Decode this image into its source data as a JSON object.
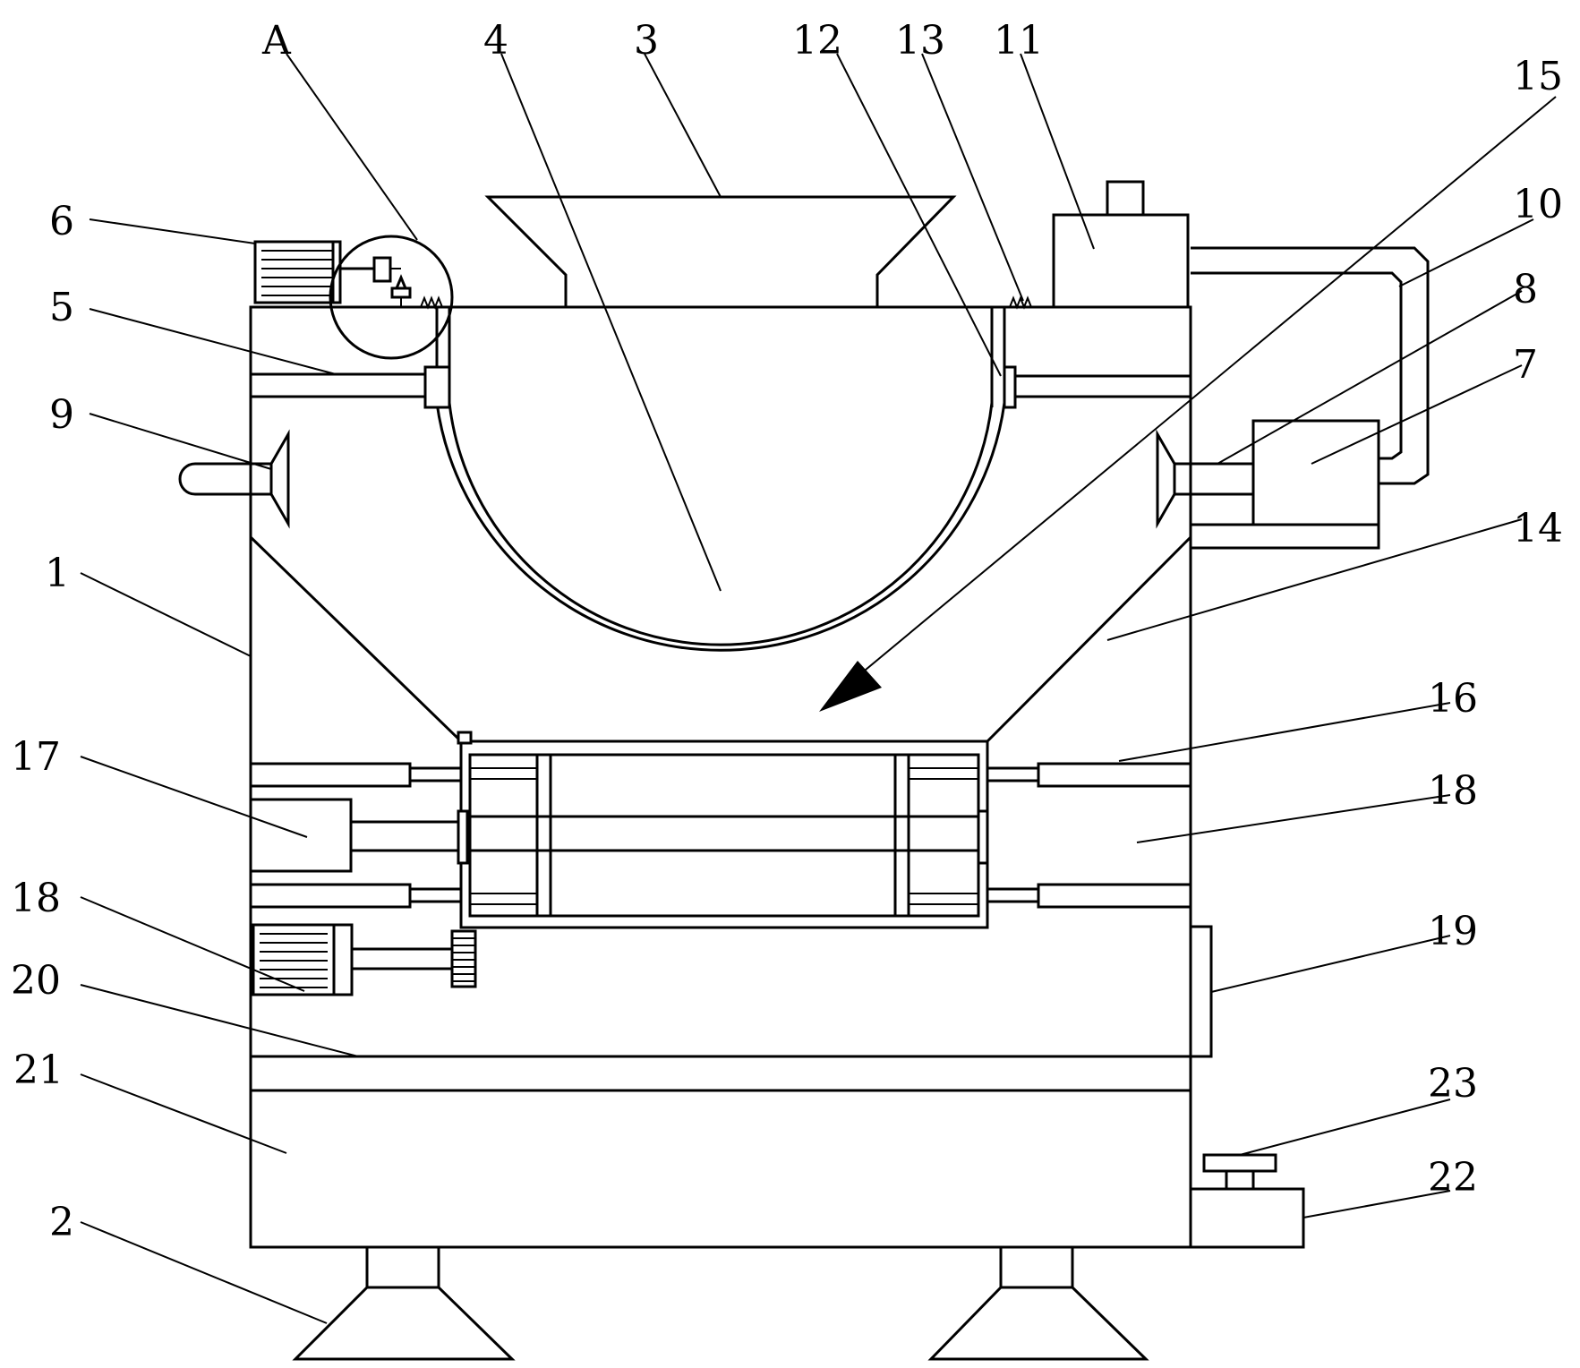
{
  "labels": {
    "A": "A",
    "l1": "1",
    "l2": "2",
    "l3": "3",
    "l4": "4",
    "l5": "5",
    "l6": "6",
    "l7": "7",
    "l8": "8",
    "l9": "9",
    "l10": "10",
    "l11": "11",
    "l12": "12",
    "l13": "13",
    "l14": "14",
    "l15": "15",
    "l16": "16",
    "l17": "17",
    "l18a": "18",
    "l18b": "18",
    "l19": "19",
    "l20": "20",
    "l21": "21",
    "l22": "22",
    "l23": "23"
  }
}
